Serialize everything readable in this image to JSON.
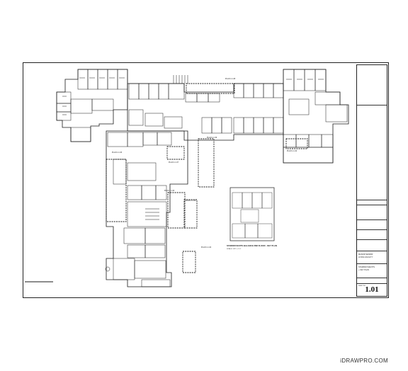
{
  "drawing": {
    "key_plan_title": "STAIRWAY/EXITS BALANCE 2ND FLOOR - KEY PLAN",
    "key_plan_scale": "SCALE: 1/32\" = 1'-0\"",
    "callouts": [
      "PLAN 1.1.08",
      "PLAN 1.1.09",
      "PLAN 1.1.07",
      "PLAN 1.1.06",
      "PLAN 1.1.05",
      "PLAN 1.1.04",
      "PLAN 1.1.03",
      "PLAN 1.1.02"
    ]
  },
  "title_block": {
    "project_line1": "MANOR SENIOR",
    "project_line2": "LIVING FACILITY",
    "sheet_title1": "STAIRWAYS/EXITS",
    "sheet_title2": "+ KEY PLAN",
    "sheet_label": "SHEET NO.",
    "sheet_number": "1.01"
  },
  "watermark": "iDRAWPRO.COM"
}
